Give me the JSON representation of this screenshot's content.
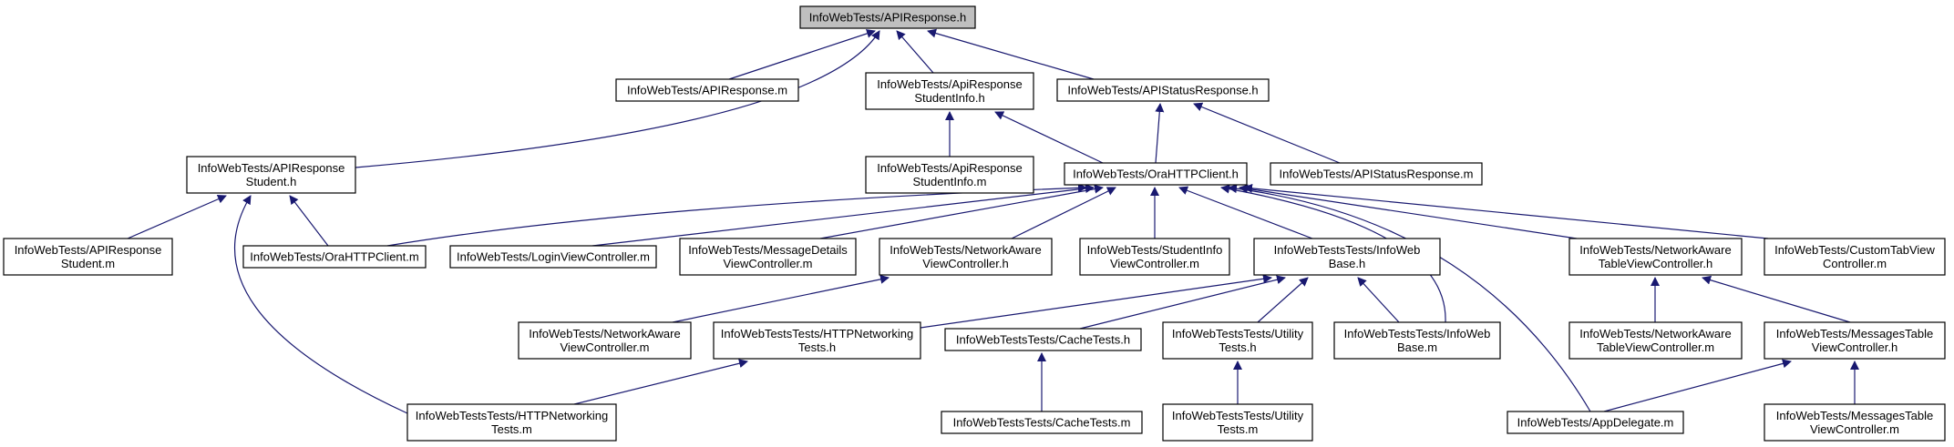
{
  "diagram": {
    "kind": "include-dependency-graph",
    "edge_color": "#191970",
    "root_fill": "#bfbfbf",
    "nodes": [
      {
        "id": "n0",
        "lines": [
          "InfoWebTests/APIResponse.h"
        ],
        "root": true
      },
      {
        "id": "n1",
        "lines": [
          "InfoWebTests/APIResponse.m"
        ]
      },
      {
        "id": "n2",
        "lines": [
          "InfoWebTests/ApiResponse",
          "StudentInfo.h"
        ]
      },
      {
        "id": "n3",
        "lines": [
          "InfoWebTests/APIStatusResponse.h"
        ]
      },
      {
        "id": "n4",
        "lines": [
          "InfoWebTests/APIResponse",
          "Student.h"
        ]
      },
      {
        "id": "n5",
        "lines": [
          "InfoWebTests/ApiResponse",
          "StudentInfo.m"
        ]
      },
      {
        "id": "n6",
        "lines": [
          "InfoWebTests/OraHTTPClient.h"
        ]
      },
      {
        "id": "n7",
        "lines": [
          "InfoWebTests/APIStatusResponse.m"
        ]
      },
      {
        "id": "n8",
        "lines": [
          "InfoWebTests/APIResponse",
          "Student.m"
        ]
      },
      {
        "id": "n9",
        "lines": [
          "InfoWebTests/OraHTTPClient.m"
        ]
      },
      {
        "id": "n10",
        "lines": [
          "InfoWebTests/LoginViewController.m"
        ]
      },
      {
        "id": "n11",
        "lines": [
          "InfoWebTests/MessageDetails",
          "ViewController.m"
        ]
      },
      {
        "id": "n12",
        "lines": [
          "InfoWebTests/NetworkAware",
          "ViewController.h"
        ]
      },
      {
        "id": "n13",
        "lines": [
          "InfoWebTests/StudentInfo",
          "ViewController.m"
        ]
      },
      {
        "id": "n14",
        "lines": [
          "InfoWebTestsTests/InfoWeb",
          "Base.h"
        ]
      },
      {
        "id": "n15",
        "lines": [
          "InfoWebTests/NetworkAware",
          "TableViewController.h"
        ]
      },
      {
        "id": "n16",
        "lines": [
          "InfoWebTests/CustomTabView",
          "Controller.m"
        ]
      },
      {
        "id": "n17",
        "lines": [
          "InfoWebTests/NetworkAware",
          "ViewController.m"
        ]
      },
      {
        "id": "n18",
        "lines": [
          "InfoWebTestsTests/HTTPNetworking",
          "Tests.h"
        ]
      },
      {
        "id": "n19",
        "lines": [
          "InfoWebTestsTests/CacheTests.h"
        ]
      },
      {
        "id": "n20",
        "lines": [
          "InfoWebTestsTests/Utility",
          "Tests.h"
        ]
      },
      {
        "id": "n21",
        "lines": [
          "InfoWebTestsTests/InfoWeb",
          "Base.m"
        ]
      },
      {
        "id": "n22",
        "lines": [
          "InfoWebTests/NetworkAware",
          "TableViewController.m"
        ]
      },
      {
        "id": "n23",
        "lines": [
          "InfoWebTests/MessagesTable",
          "ViewController.h"
        ]
      },
      {
        "id": "n24",
        "lines": [
          "InfoWebTestsTests/HTTPNetworking",
          "Tests.m"
        ]
      },
      {
        "id": "n25",
        "lines": [
          "InfoWebTestsTests/CacheTests.m"
        ]
      },
      {
        "id": "n26",
        "lines": [
          "InfoWebTestsTests/Utility",
          "Tests.m"
        ]
      },
      {
        "id": "n27",
        "lines": [
          "InfoWebTests/AppDelegate.m"
        ]
      },
      {
        "id": "n28",
        "lines": [
          "InfoWebTests/MessagesTable",
          "ViewController.m"
        ]
      }
    ],
    "edges": [
      {
        "from": "n1",
        "to": "n0"
      },
      {
        "from": "n2",
        "to": "n0"
      },
      {
        "from": "n3",
        "to": "n0"
      },
      {
        "from": "n4",
        "to": "n0"
      },
      {
        "from": "n5",
        "to": "n2"
      },
      {
        "from": "n6",
        "to": "n2"
      },
      {
        "from": "n6",
        "to": "n3"
      },
      {
        "from": "n7",
        "to": "n3"
      },
      {
        "from": "n8",
        "to": "n4"
      },
      {
        "from": "n9",
        "to": "n4"
      },
      {
        "from": "n24",
        "to": "n4"
      },
      {
        "from": "n9",
        "to": "n6"
      },
      {
        "from": "n10",
        "to": "n6"
      },
      {
        "from": "n11",
        "to": "n6"
      },
      {
        "from": "n12",
        "to": "n6"
      },
      {
        "from": "n13",
        "to": "n6"
      },
      {
        "from": "n14",
        "to": "n6"
      },
      {
        "from": "n21",
        "to": "n6"
      },
      {
        "from": "n27",
        "to": "n6"
      },
      {
        "from": "n15",
        "to": "n6"
      },
      {
        "from": "n16",
        "to": "n6"
      },
      {
        "from": "n17",
        "to": "n12"
      },
      {
        "from": "n18",
        "to": "n14"
      },
      {
        "from": "n19",
        "to": "n14"
      },
      {
        "from": "n20",
        "to": "n14"
      },
      {
        "from": "n21",
        "to": "n14"
      },
      {
        "from": "n24",
        "to": "n18"
      },
      {
        "from": "n25",
        "to": "n19"
      },
      {
        "from": "n26",
        "to": "n20"
      },
      {
        "from": "n22",
        "to": "n15"
      },
      {
        "from": "n23",
        "to": "n15"
      },
      {
        "from": "n27",
        "to": "n23"
      },
      {
        "from": "n28",
        "to": "n23"
      }
    ]
  }
}
